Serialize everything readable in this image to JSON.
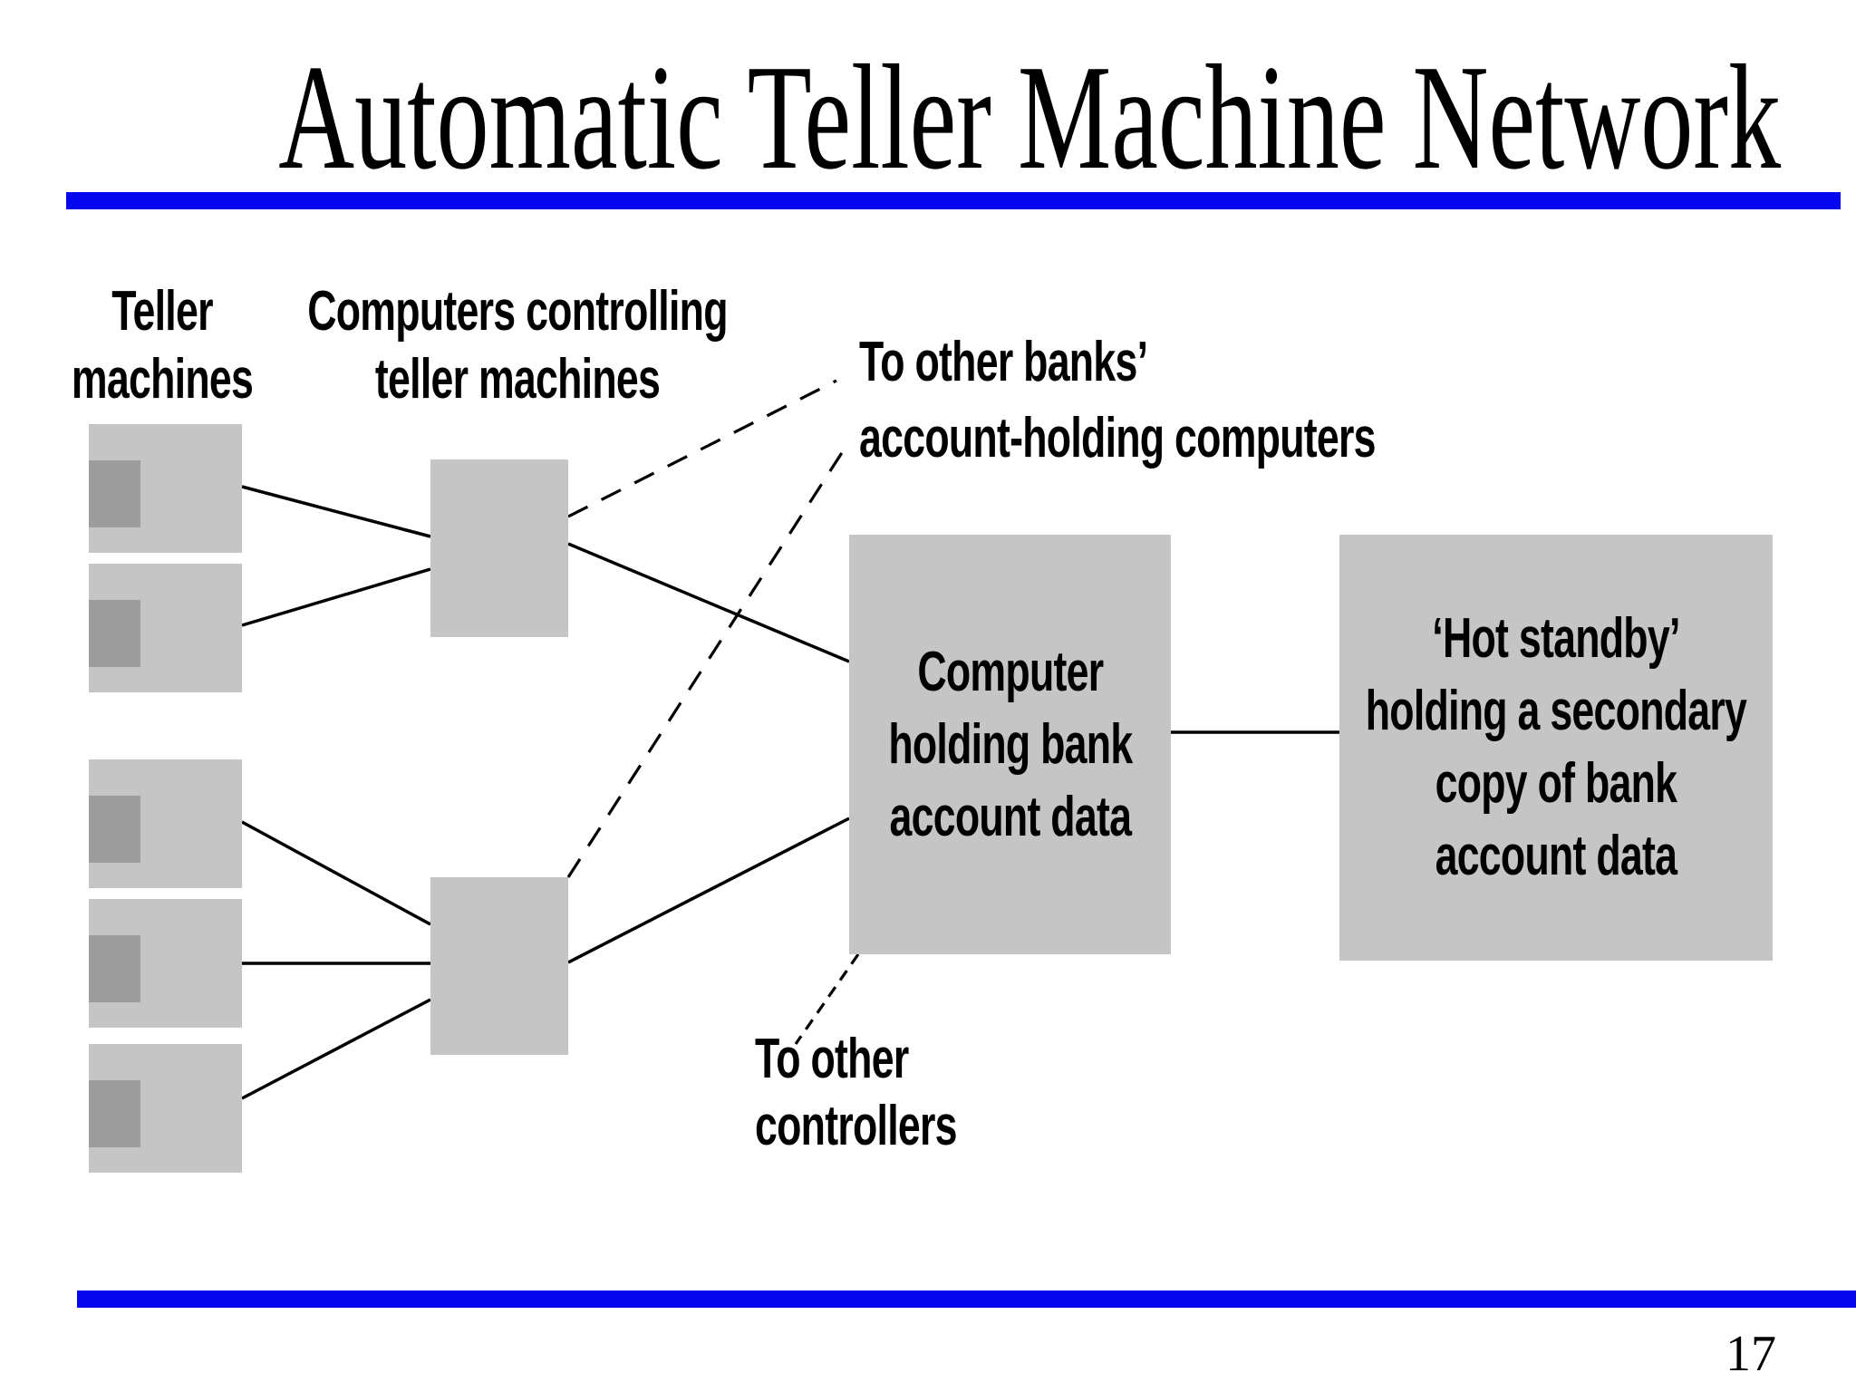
{
  "slide": {
    "title": "Automatic Teller Machine Network",
    "page_number": "17"
  },
  "colors": {
    "accent_bar": "#0505F0",
    "box_fill": "#C5C5C5",
    "box_inner": "#9C9C9C",
    "connector": "#000000",
    "text": "#000000"
  },
  "diagram": {
    "teller_machines_label": {
      "line1": "Teller",
      "line2": "machines"
    },
    "controllers_label": {
      "line1": "Computers controlling",
      "line2": "teller machines"
    },
    "other_banks_note": {
      "line1": "To other banks’",
      "line2": "account-holding computers"
    },
    "other_controllers_note": {
      "line1": "To other",
      "line2": "controllers"
    },
    "computer_node": {
      "line1": "Computer",
      "line2": "holding bank",
      "line3": "account data"
    },
    "hot_standby_node": {
      "line1": "‘Hot standby’",
      "line2": "holding a secondary",
      "line3": "copy of bank",
      "line4": "account data"
    }
  }
}
